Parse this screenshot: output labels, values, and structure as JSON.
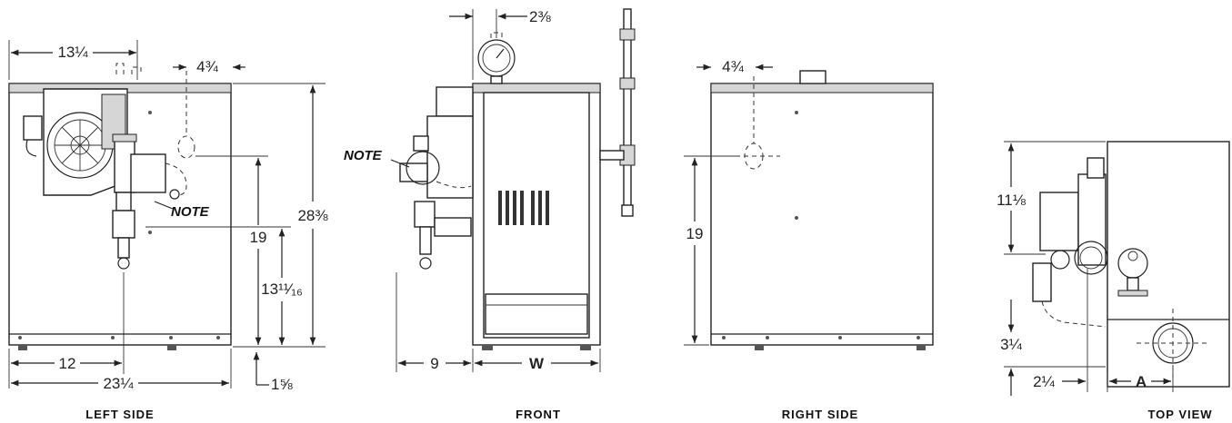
{
  "views": {
    "left": {
      "caption": "LEFT SIDE",
      "dims": {
        "top_width": "13¼",
        "top_offset": "4¾",
        "height_total": "28⅜",
        "height_inlet": "19",
        "height_gas": "13¹¹⁄₁₆",
        "bottom_half": "12",
        "depth": "23¼",
        "base": "1⅝"
      },
      "note": "NOTE"
    },
    "front": {
      "caption": "FRONT",
      "dims": {
        "gauge_offset": "2⅜",
        "left_offset": "9",
        "width": "W"
      },
      "note": "NOTE"
    },
    "right": {
      "caption": "RIGHT SIDE",
      "dims": {
        "top_offset": "4¾",
        "height_inlet": "19"
      }
    },
    "top": {
      "caption": "TOP VIEW",
      "dims": {
        "depth_a": "11⅛",
        "depth_b": "3¼",
        "side": "2¼",
        "a": "A"
      }
    }
  }
}
